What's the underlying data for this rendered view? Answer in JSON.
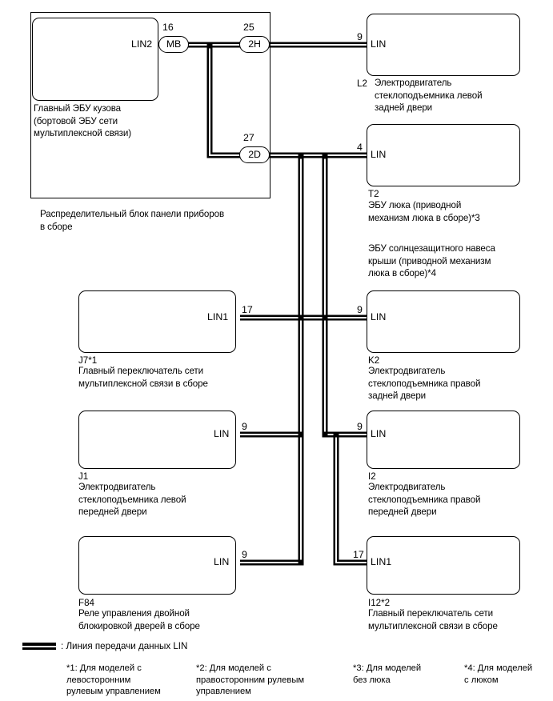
{
  "diagram": {
    "title": "LIN communication wiring diagram",
    "line_color": "#000000",
    "background": "#ffffff"
  },
  "outer_unit": {
    "caption": "Распределительный блок панели приборов\nв сборе"
  },
  "components": [
    {
      "id": "body-ecu",
      "ref": "",
      "caption": "Главный ЭБУ кузова\n(бортовой ЭБУ сети\nмультиплексной связи)",
      "pin_label": "LIN2",
      "pin_number": "16"
    },
    {
      "id": "L2",
      "ref": "L2",
      "caption": "Электродвигатель\nстеклоподъемника левой\nзадней двери",
      "pin_label": "LIN",
      "pin_number": "9"
    },
    {
      "id": "T2",
      "ref": "T2",
      "caption": "ЭБУ люка (приводной\nмеханизм люка в сборе)*3",
      "caption2": "ЭБУ солнцезащитного навеса\nкрыши (приводной механизм\nлюка в сборе)*4",
      "pin_label": "LIN",
      "pin_number": "4"
    },
    {
      "id": "J7",
      "ref": "J7*1",
      "caption": "Главный переключатель сети\nмультиплексной связи в сборе",
      "pin_label": "LIN1",
      "pin_number": "17"
    },
    {
      "id": "K2",
      "ref": "K2",
      "caption": "Электродвигатель\nстеклоподъемника правой\nзадней двери",
      "pin_label": "LIN",
      "pin_number": "9"
    },
    {
      "id": "J1",
      "ref": "J1",
      "caption": "Электродвигатель\nстеклоподъемника левой\nпередней двери",
      "pin_label": "LIN",
      "pin_number": "9"
    },
    {
      "id": "I2",
      "ref": "I2",
      "caption": "Электродвигатель\nстеклоподъемника правой\nпередней двери",
      "pin_label": "LIN",
      "pin_number": "9"
    },
    {
      "id": "F84",
      "ref": "F84",
      "caption": "Реле управления двойной\nблокировкой дверей в сборе",
      "pin_label": "LIN",
      "pin_number": "9"
    },
    {
      "id": "I12",
      "ref": "I12*2",
      "caption": "Главный переключатель сети\nмультиплексной связи в сборе",
      "pin_label": "LIN1",
      "pin_number": "17"
    }
  ],
  "connectors": [
    {
      "id": "MB",
      "label": "MB",
      "pin_number": "16"
    },
    {
      "id": "2H",
      "label": "2H",
      "pin_number": "25"
    },
    {
      "id": "2D",
      "label": "2D",
      "pin_number": "27"
    }
  ],
  "legend": {
    "swatch_name": "lin-data-line-swatch",
    "text": ": Линия передачи данных LIN"
  },
  "notes": [
    "*1: Для моделей с\nлевосторонним\nрулевым управлением",
    "*2: Для моделей с\nправосторонним рулевым\nуправлением",
    "*3: Для моделей\nбез люка",
    "*4: Для моделей\nс люком"
  ]
}
